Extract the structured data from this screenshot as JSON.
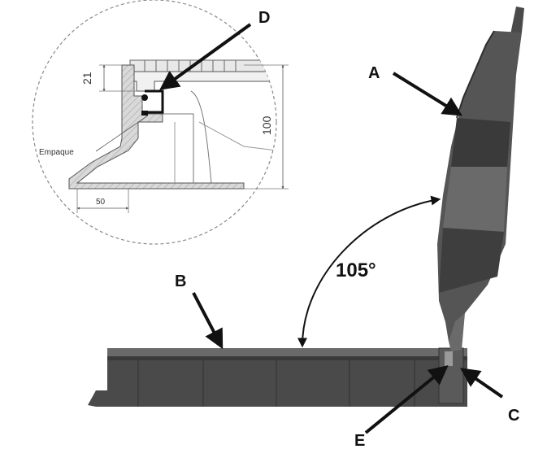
{
  "labels": {
    "a": "A",
    "b": "B",
    "c": "C",
    "d": "D",
    "e": "E"
  },
  "angle": "105°",
  "detail": {
    "gasket_label": "Empaque",
    "dim_21": "21",
    "dim_100": "100",
    "dim_50": "50"
  },
  "colors": {
    "lid_dark": "#3a3a3a",
    "lid_mid": "#555555",
    "lid_light": "#6a6a6a",
    "frame": "#4a4a4a",
    "section_hatch": "#c9c9c9"
  }
}
